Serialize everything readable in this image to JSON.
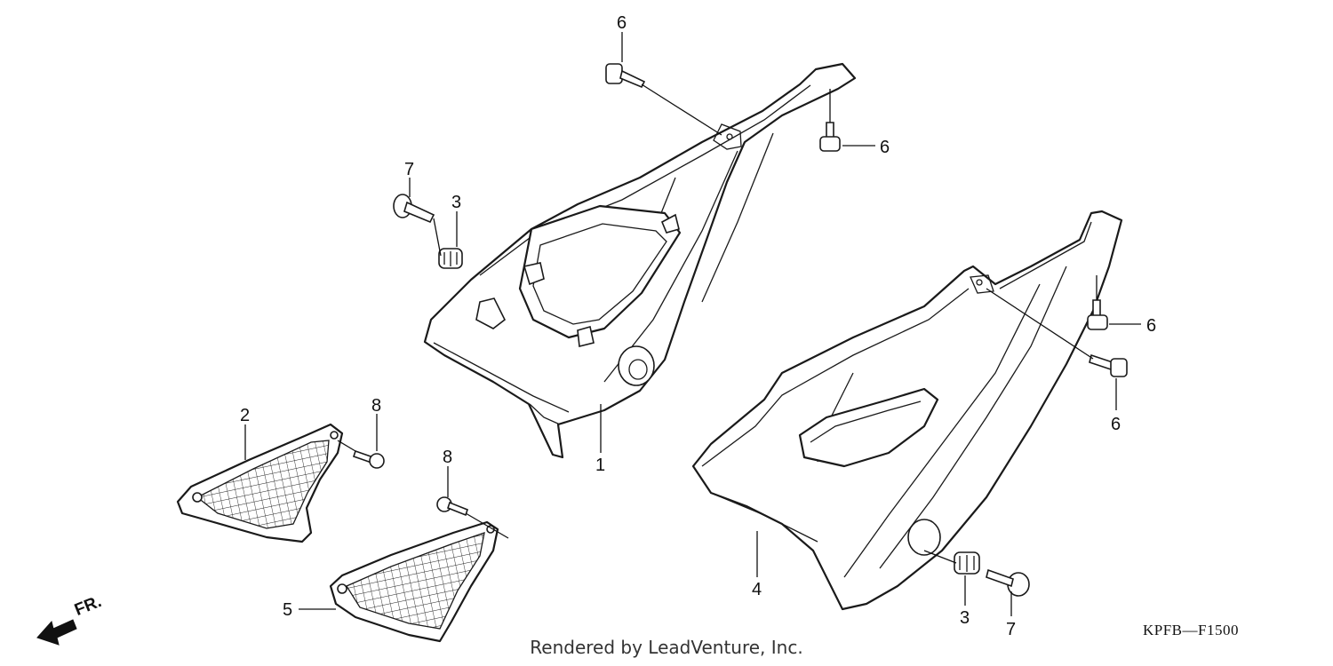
{
  "diagram": {
    "diagram_code": "KPFB—F1500",
    "credit": "Rendered by LeadVenture, Inc.",
    "front_direction_label": "FR.",
    "callouts": [
      "1",
      "2",
      "3",
      "3",
      "4",
      "5",
      "6",
      "6",
      "6",
      "6",
      "7",
      "7",
      "8",
      "8"
    ]
  },
  "colors": {
    "line": "#1a1a1a",
    "background": "#ffffff"
  },
  "icons": {
    "front_arrow": "front-arrow-icon"
  }
}
